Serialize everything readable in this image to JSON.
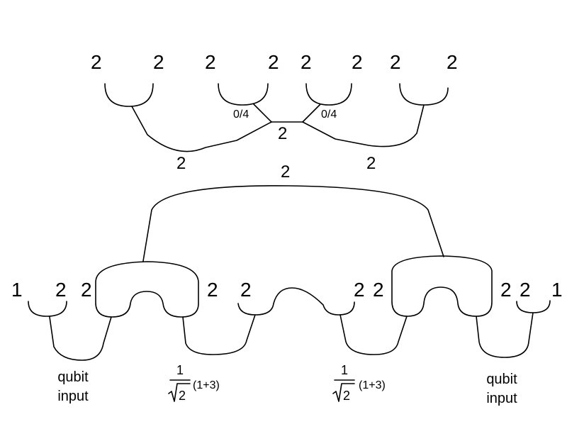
{
  "top": {
    "leaf_labels": [
      "2",
      "2",
      "2",
      "2",
      "2",
      "2",
      "2",
      "2"
    ],
    "node_labels": [
      "0/4",
      "0/4"
    ],
    "edge_labels": [
      "2",
      "2",
      "2"
    ]
  },
  "bottom": {
    "top_label": "2",
    "leaf_labels": [
      "1",
      "2",
      "2",
      "2",
      "2",
      "2",
      "2",
      "2",
      "2",
      "1"
    ],
    "captions": [
      {
        "line1": "qubit",
        "line2": "input"
      },
      {
        "line1": "qubit",
        "line2": "input"
      }
    ],
    "coefficients": [
      {
        "numerator": "1",
        "radicand": "2",
        "term": "(1+3)"
      },
      {
        "numerator": "1",
        "radicand": "2",
        "term": "(1+3)"
      }
    ]
  }
}
